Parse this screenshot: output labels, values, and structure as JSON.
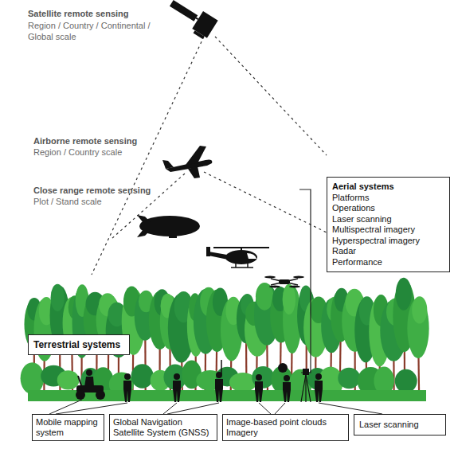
{
  "diagram": {
    "nodes": [
      {
        "text": [
          "Aerial systems",
          "Platforms",
          "Operations",
          "Laser scanning",
          "Multispectral imagery",
          "Hyperspectral imagery",
          "Radar",
          "Performance"
        ]
      },
      {
        "text": [
          "Terrestrial systems"
        ]
      },
      {
        "text": [
          "Mobile mapping system"
        ]
      },
      {
        "text": [
          "Global Navigation Satellite System (GNSS)"
        ]
      },
      {
        "text": [
          "Image-based point clouds",
          "Imagery"
        ]
      },
      {
        "text": [
          "Laser scanning"
        ]
      }
    ],
    "labels": [
      "Satellite remote sensing",
      "Region / Country / Continental / Global scale",
      "Airborne remote sensing",
      "Region / Country scale",
      "Close range remote sensing",
      "Plot / Stand scale"
    ]
  }
}
